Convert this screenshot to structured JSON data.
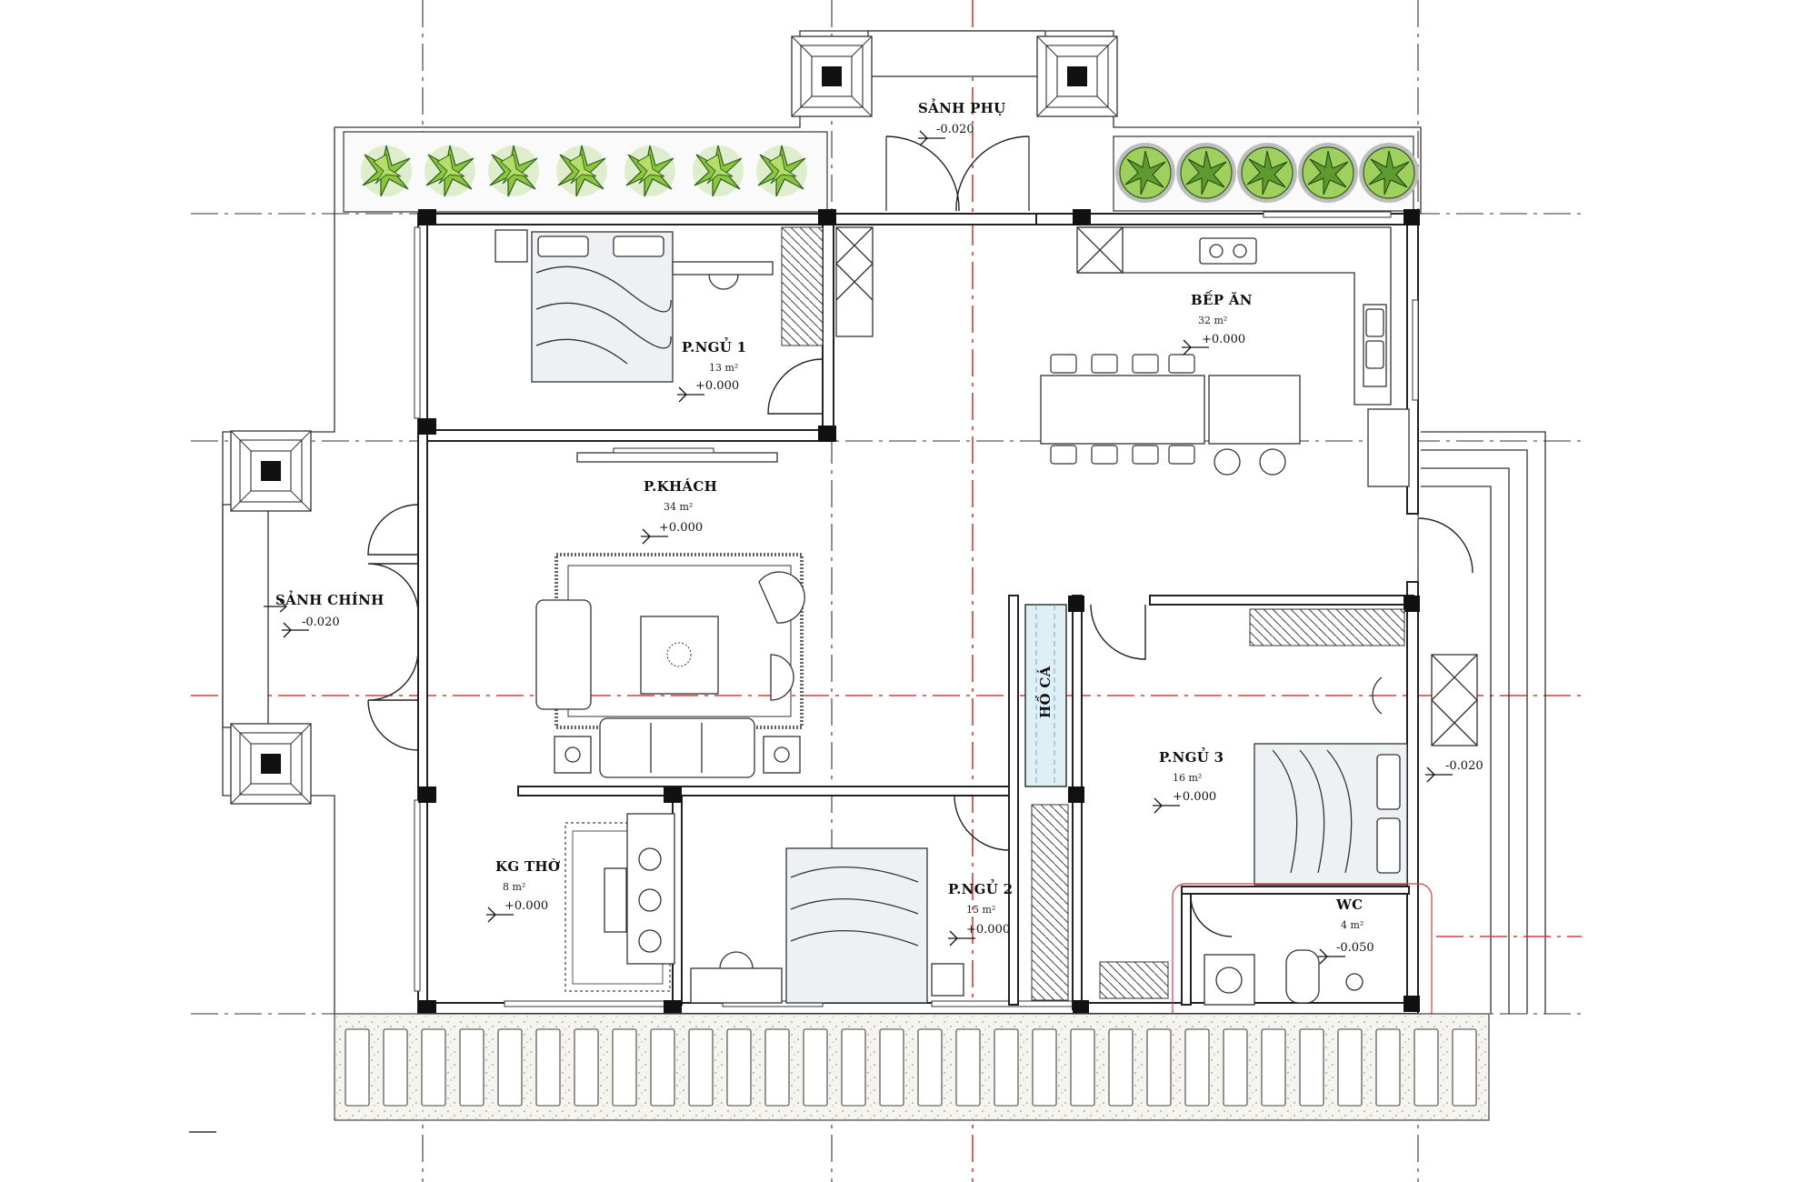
{
  "rooms": [
    {
      "id": "sanh-phu",
      "name": "SẢNH PHỤ",
      "area": "",
      "level": "-0.020"
    },
    {
      "id": "p-ngu-1",
      "name": "P.NGỦ 1",
      "area": "13 m²",
      "level": "+0.000"
    },
    {
      "id": "bep-an",
      "name": "BẾP ĂN",
      "area": "32 m²",
      "level": "+0.000"
    },
    {
      "id": "p-khach",
      "name": "P.KHÁCH",
      "area": "34 m²",
      "level": "+0.000"
    },
    {
      "id": "sanh-chinh",
      "name": "SẢNH CHÍNH",
      "area": "",
      "level": "-0.020"
    },
    {
      "id": "ho-ca",
      "name": "HỒ CÁ",
      "area": "",
      "level": ""
    },
    {
      "id": "p-ngu-3",
      "name": "P.NGỦ 3",
      "area": "16 m²",
      "level": "+0.000"
    },
    {
      "id": "kg-tho",
      "name": "KG THỜ",
      "area": "8 m²",
      "level": "+0.000"
    },
    {
      "id": "p-ngu-2",
      "name": "P.NGỦ 2",
      "area": "15 m²",
      "level": "+0.000"
    },
    {
      "id": "wc",
      "name": "WC",
      "area": "4 m²",
      "level": "-0.050"
    }
  ],
  "exterior_levels": [
    {
      "id": "side-walkway",
      "level": "-0.020"
    }
  ],
  "colors": {
    "wall": "#222222",
    "column": "#111111",
    "axis": "#d63a3a",
    "plant": "#8cc63f",
    "plant_dark": "#2e5d1c",
    "pond": "#dfeff6"
  },
  "icons": [
    "plant-icon",
    "bed-icon",
    "sofa-icon",
    "dining-table-icon",
    "stove-icon",
    "sink-icon",
    "toilet-icon",
    "altar-icon",
    "column-lamp-icon"
  ]
}
